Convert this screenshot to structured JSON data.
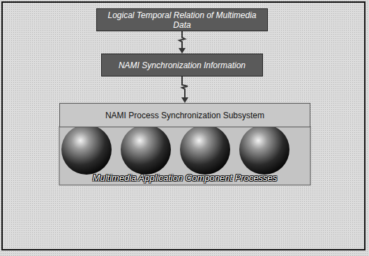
{
  "diagram": {
    "nodes": [
      {
        "text": [
          "Logical Temporal Relation of Multimedia Data"
        ]
      },
      {
        "text": [
          "NAMI Synchronization Information"
        ]
      },
      {
        "text": [
          "NAMI Process Synchronization Subsystem"
        ]
      }
    ],
    "edges": [
      {
        "from": 0,
        "to": 1,
        "arrow": "to"
      },
      {
        "from": 1,
        "to": 2,
        "arrow": "to"
      }
    ],
    "labels": [
      "Multimedia Application Component Processes"
    ]
  }
}
